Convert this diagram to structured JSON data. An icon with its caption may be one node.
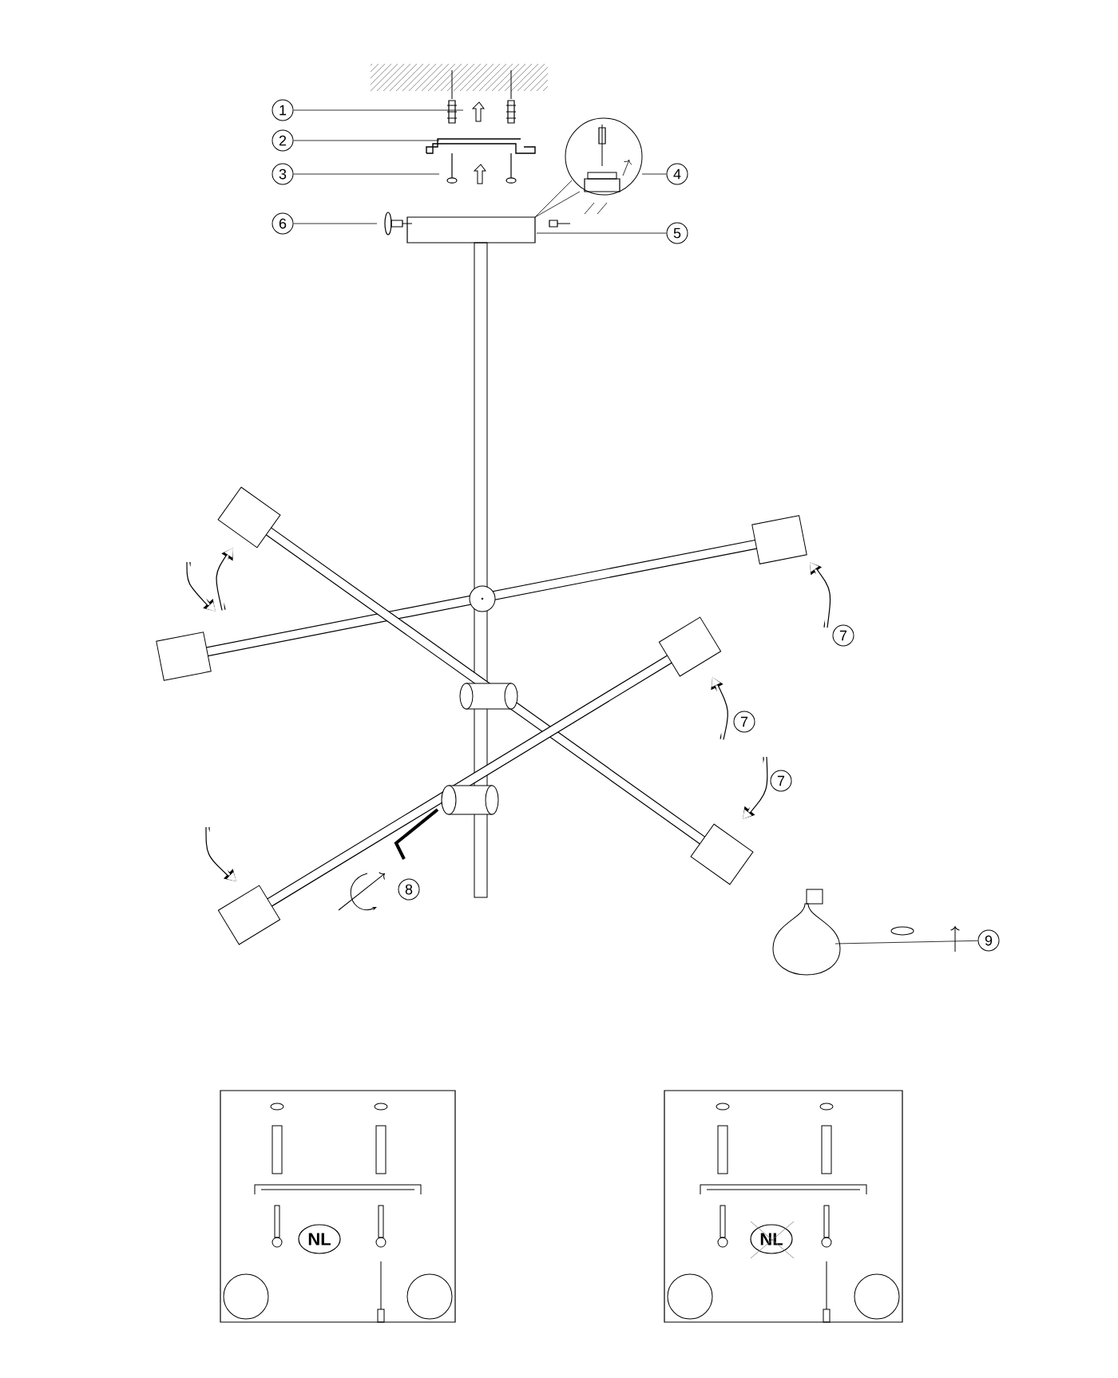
{
  "diagram": {
    "nodes": [
      {
        "text": [
          "1"
        ]
      },
      {
        "text": [
          "2"
        ]
      },
      {
        "text": [
          "3"
        ]
      },
      {
        "text": [
          "4"
        ]
      },
      {
        "text": [
          "5"
        ]
      },
      {
        "text": [
          "6"
        ]
      },
      {
        "text": [
          "7"
        ]
      },
      {
        "text": [
          "7"
        ]
      },
      {
        "text": [
          "7"
        ]
      },
      {
        "text": [
          "8"
        ]
      },
      {
        "text": [
          "9"
        ]
      },
      {
        "text": [],
        "shape": "box"
      },
      {
        "text": [
          "NL"
        ],
        "in": 11
      },
      {
        "text": [],
        "shape": "box"
      },
      {
        "text": [
          "NL"
        ],
        "in": 13
      }
    ],
    "edges": [
      {
        "from": 0,
        "to": null,
        "arrow": "none"
      },
      {
        "from": 1,
        "to": null,
        "arrow": "none"
      },
      {
        "from": 2,
        "to": null,
        "arrow": "none"
      },
      {
        "from": 3,
        "to": null,
        "arrow": "none"
      },
      {
        "from": 4,
        "to": null,
        "arrow": "none"
      },
      {
        "from": 5,
        "to": null,
        "arrow": "none"
      },
      {
        "from": 10,
        "to": null,
        "arrow": "none"
      }
    ]
  }
}
